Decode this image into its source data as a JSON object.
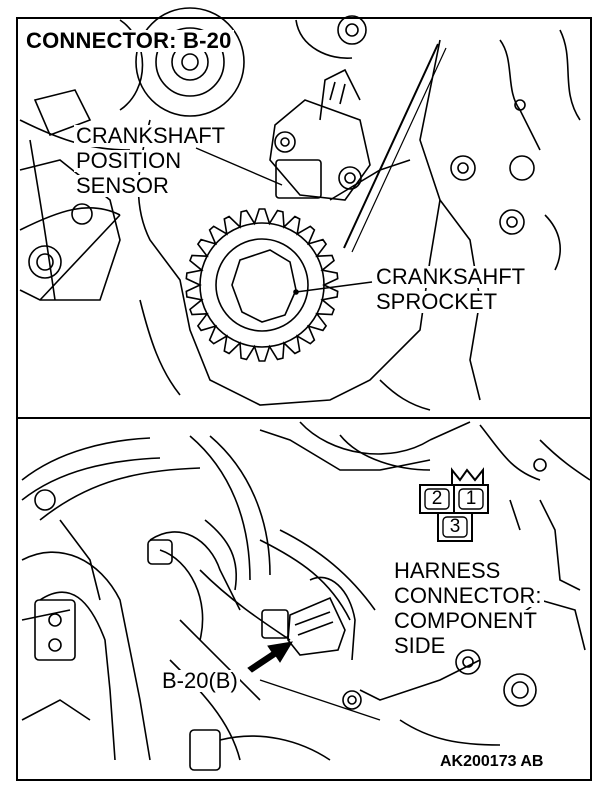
{
  "title": "CONNECTOR: B-20",
  "upper_panel": {
    "sensor_label_lines": [
      "CRANKSHAFT",
      "POSITION",
      "SENSOR"
    ],
    "sprocket_label_lines": [
      "CRANKSAHFT",
      "SPROCKET"
    ]
  },
  "lower_panel": {
    "connector_pins": [
      "2",
      "1",
      "3"
    ],
    "harness_label_lines": [
      "HARNESS",
      "CONNECTOR:",
      "COMPONENT",
      "SIDE"
    ],
    "callout_label": "B-20(B)"
  },
  "figure_code": "AK200173 AB"
}
